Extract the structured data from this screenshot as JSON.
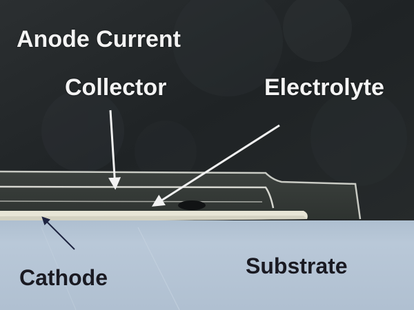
{
  "labels": {
    "anode_line1": "Anode Current",
    "anode_line2": "Collector",
    "electrolyte": "Electrolyte",
    "cathode": "Cathode",
    "substrate": "Substrate"
  },
  "colors": {
    "background_top": "#23272a",
    "film_layers": "#3a3f3c",
    "substrate": "#b4c4d4",
    "cathode_band": "#e8e6d8",
    "label_light": "#f4f4f4",
    "label_dark": "#1a1a22",
    "arrow_light": "#f2f2f2",
    "arrow_dark": "#1e2440"
  }
}
